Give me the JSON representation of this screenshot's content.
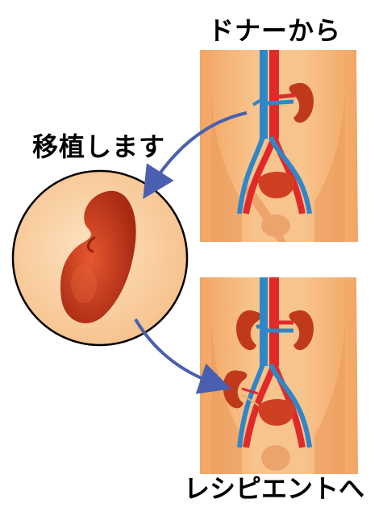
{
  "labels": {
    "donor": "ドナーから",
    "transplant": "移植します",
    "recipient": "レシピエントへ"
  },
  "colors": {
    "skin": "#f6b77a",
    "skin_shadow": "#e8975a",
    "kidney": "#c0391b",
    "artery": "#e02a2a",
    "vein": "#2f86c8",
    "bladder": "#cf3f22",
    "arrow": "#4a5fb0",
    "circle_fill": "#fad3a6"
  },
  "icons": [
    "donor-torso-illustration",
    "recipient-torso-illustration",
    "kidney-icon",
    "arrow-icon"
  ]
}
